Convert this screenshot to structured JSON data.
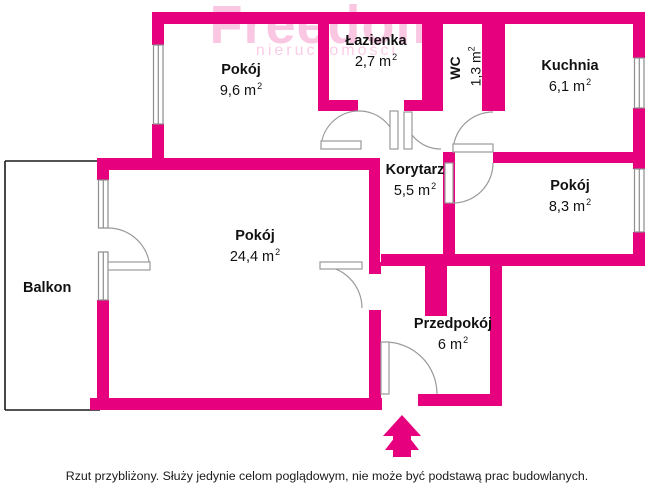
{
  "plan": {
    "watermark": "Freedom",
    "watermark_sub": "nieruchomości",
    "wall_color": "#E6007E",
    "text_color": "#111111",
    "outline_color": "#1a1a1a",
    "unit": "m",
    "unit_exponent": "2"
  },
  "rooms": [
    {
      "id": "pokoj-96",
      "name": "Pokój",
      "area": "9,6 m",
      "exp": "2"
    },
    {
      "id": "lazienka",
      "name": "Łazienka",
      "area": "2,7 m",
      "exp": "2"
    },
    {
      "id": "wc",
      "name": "WC",
      "area": "1,3 m",
      "exp": "2"
    },
    {
      "id": "kuchnia",
      "name": "Kuchnia",
      "area": "6,1 m",
      "exp": "2"
    },
    {
      "id": "korytarz",
      "name": "Korytarz",
      "area": "5,5 m",
      "exp": "2"
    },
    {
      "id": "pokoj-83",
      "name": "Pokój",
      "area": "8,3 m",
      "exp": "2"
    },
    {
      "id": "pokoj-244",
      "name": "Pokój",
      "area": "24,4 m",
      "exp": "2"
    },
    {
      "id": "przedpokoj",
      "name": "Przedpokój",
      "area": "6 m",
      "exp": "2"
    },
    {
      "id": "balkon",
      "name": "Balkon",
      "area": "",
      "exp": ""
    }
  ],
  "entrance": {
    "name": "entrance-arrow",
    "direction": "up"
  },
  "footer": {
    "note": "Rzut przybliżony. Służy jedynie celom poglądowym, nie może być podstawą prac budowlanych."
  }
}
